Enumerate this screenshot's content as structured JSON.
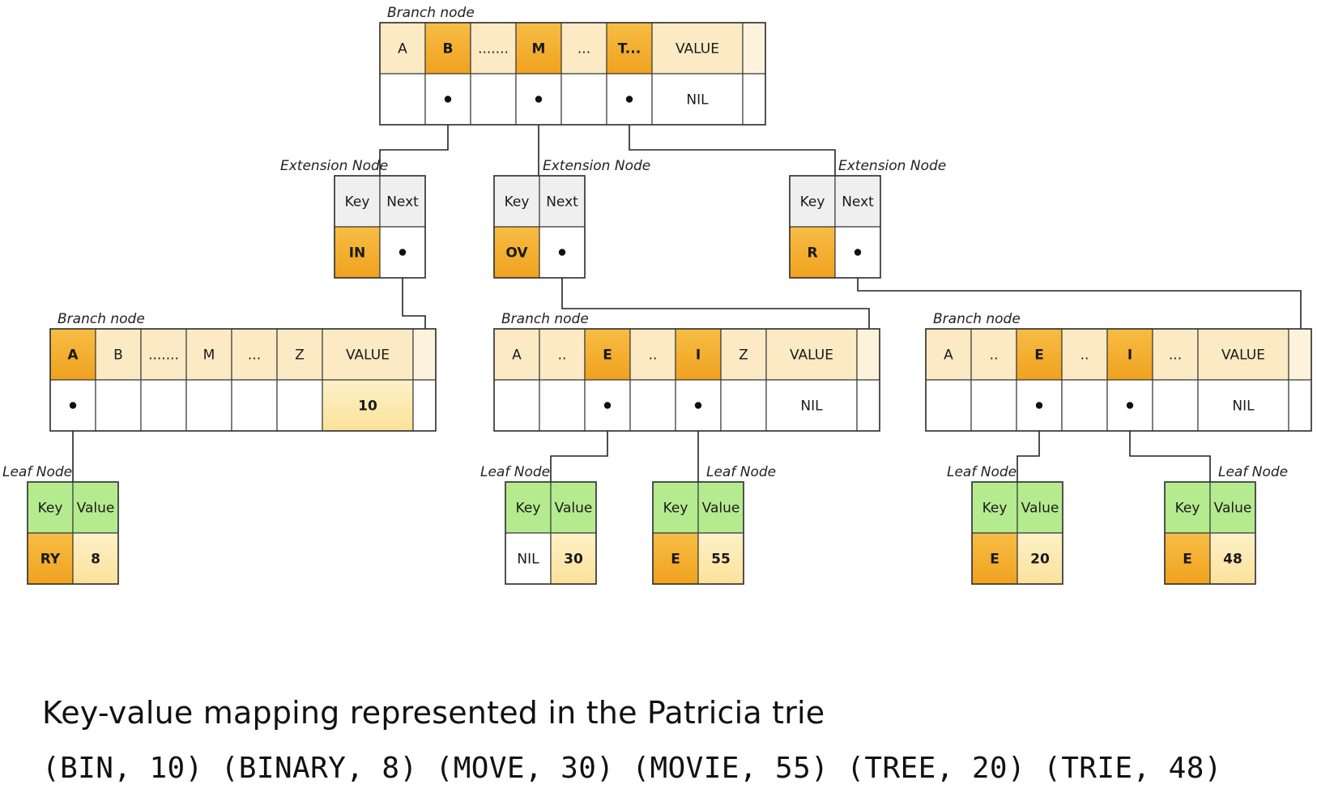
{
  "diagram": {
    "colors": {
      "highlight": "#f0a21f",
      "header": "#fbeac4",
      "header_pale": "#fdf3dc",
      "value_cell": "#fbe29a",
      "grey": "#efefef",
      "green": "#b5eb8f",
      "empty": "#ffffff",
      "line": "#222222"
    },
    "nodes": [
      {
        "id": "root-branch",
        "kind": "branch",
        "label": "Branch node",
        "header_cells": [
          {
            "text": "A",
            "fill": "header"
          },
          {
            "text": "B",
            "fill": "highlight"
          },
          {
            "text": ".......",
            "fill": "header"
          },
          {
            "text": "M",
            "fill": "highlight"
          },
          {
            "text": "...",
            "fill": "header"
          },
          {
            "text": "T...",
            "fill": "highlight"
          },
          {
            "text": "VALUE",
            "fill": "header"
          },
          {
            "text": "",
            "fill": "header_pale"
          }
        ],
        "body_cells": [
          {
            "text": "",
            "fill": "empty"
          },
          {
            "text": "",
            "fill": "empty",
            "pointer": true
          },
          {
            "text": "",
            "fill": "empty"
          },
          {
            "text": "",
            "fill": "empty",
            "pointer": true
          },
          {
            "text": "",
            "fill": "empty"
          },
          {
            "text": "",
            "fill": "empty",
            "pointer": true
          },
          {
            "text": "NIL",
            "fill": "empty"
          },
          {
            "text": "",
            "fill": "empty"
          }
        ]
      },
      {
        "id": "ext-in",
        "kind": "extension",
        "label": "Extension Node",
        "header_cells": [
          {
            "text": "Key",
            "fill": "grey"
          },
          {
            "text": "Next",
            "fill": "grey"
          }
        ],
        "body_cells": [
          {
            "text": "IN",
            "fill": "highlight"
          },
          {
            "text": "",
            "fill": "empty",
            "pointer": true
          }
        ]
      },
      {
        "id": "ext-ov",
        "kind": "extension",
        "label": "Extension Node",
        "header_cells": [
          {
            "text": "Key",
            "fill": "grey"
          },
          {
            "text": "Next",
            "fill": "grey"
          }
        ],
        "body_cells": [
          {
            "text": "OV",
            "fill": "highlight"
          },
          {
            "text": "",
            "fill": "empty",
            "pointer": true
          }
        ]
      },
      {
        "id": "ext-r",
        "kind": "extension",
        "label": "Extension Node",
        "header_cells": [
          {
            "text": "Key",
            "fill": "grey"
          },
          {
            "text": "Next",
            "fill": "grey"
          }
        ],
        "body_cells": [
          {
            "text": "R",
            "fill": "highlight"
          },
          {
            "text": "",
            "fill": "empty",
            "pointer": true
          }
        ]
      },
      {
        "id": "branch-bin",
        "kind": "branch",
        "label": "Branch node",
        "header_cells": [
          {
            "text": "A",
            "fill": "highlight"
          },
          {
            "text": "B",
            "fill": "header"
          },
          {
            "text": ".......",
            "fill": "header"
          },
          {
            "text": "M",
            "fill": "header"
          },
          {
            "text": "...",
            "fill": "header"
          },
          {
            "text": "Z",
            "fill": "header"
          },
          {
            "text": "VALUE",
            "fill": "header"
          },
          {
            "text": "",
            "fill": "header_pale"
          }
        ],
        "body_cells": [
          {
            "text": "",
            "fill": "empty",
            "pointer": true
          },
          {
            "text": "",
            "fill": "empty"
          },
          {
            "text": "",
            "fill": "empty"
          },
          {
            "text": "",
            "fill": "empty"
          },
          {
            "text": "",
            "fill": "empty"
          },
          {
            "text": "",
            "fill": "empty"
          },
          {
            "text": "10",
            "fill": "value_cell"
          },
          {
            "text": "",
            "fill": "empty"
          }
        ]
      },
      {
        "id": "branch-mov",
        "kind": "branch",
        "label": "Branch node",
        "header_cells": [
          {
            "text": "A",
            "fill": "header"
          },
          {
            "text": "..",
            "fill": "header"
          },
          {
            "text": "E",
            "fill": "highlight"
          },
          {
            "text": "..",
            "fill": "header"
          },
          {
            "text": "I",
            "fill": "highlight"
          },
          {
            "text": "Z",
            "fill": "header"
          },
          {
            "text": "VALUE",
            "fill": "header"
          },
          {
            "text": "",
            "fill": "header_pale"
          }
        ],
        "body_cells": [
          {
            "text": "",
            "fill": "empty"
          },
          {
            "text": "",
            "fill": "empty"
          },
          {
            "text": "",
            "fill": "empty",
            "pointer": true
          },
          {
            "text": "",
            "fill": "empty"
          },
          {
            "text": "",
            "fill": "empty",
            "pointer": true
          },
          {
            "text": "",
            "fill": "empty"
          },
          {
            "text": "NIL",
            "fill": "empty"
          },
          {
            "text": "",
            "fill": "empty"
          }
        ]
      },
      {
        "id": "branch-tr",
        "kind": "branch",
        "label": "Branch node",
        "header_cells": [
          {
            "text": "A",
            "fill": "header"
          },
          {
            "text": "..",
            "fill": "header"
          },
          {
            "text": "E",
            "fill": "highlight"
          },
          {
            "text": "..",
            "fill": "header"
          },
          {
            "text": "I",
            "fill": "highlight"
          },
          {
            "text": "...",
            "fill": "header"
          },
          {
            "text": "VALUE",
            "fill": "header"
          },
          {
            "text": "",
            "fill": "header_pale"
          }
        ],
        "body_cells": [
          {
            "text": "",
            "fill": "empty"
          },
          {
            "text": "",
            "fill": "empty"
          },
          {
            "text": "",
            "fill": "empty",
            "pointer": true
          },
          {
            "text": "",
            "fill": "empty"
          },
          {
            "text": "",
            "fill": "empty",
            "pointer": true
          },
          {
            "text": "",
            "fill": "empty"
          },
          {
            "text": "NIL",
            "fill": "empty"
          },
          {
            "text": "",
            "fill": "empty"
          }
        ]
      },
      {
        "id": "leaf-ry",
        "kind": "leaf",
        "label": "Leaf Node",
        "header_cells": [
          {
            "text": "Key",
            "fill": "green"
          },
          {
            "text": "Value",
            "fill": "green"
          }
        ],
        "body_cells": [
          {
            "text": "RY",
            "fill": "highlight"
          },
          {
            "text": "8",
            "fill": "value_cell"
          }
        ]
      },
      {
        "id": "leaf-move",
        "kind": "leaf",
        "label": "Leaf Node",
        "header_cells": [
          {
            "text": "Key",
            "fill": "green"
          },
          {
            "text": "Value",
            "fill": "green"
          }
        ],
        "body_cells": [
          {
            "text": "NIL",
            "fill": "empty"
          },
          {
            "text": "30",
            "fill": "value_cell"
          }
        ]
      },
      {
        "id": "leaf-movie",
        "kind": "leaf",
        "label": "Leaf Node",
        "header_cells": [
          {
            "text": "Key",
            "fill": "green"
          },
          {
            "text": "Value",
            "fill": "green"
          }
        ],
        "body_cells": [
          {
            "text": "E",
            "fill": "highlight"
          },
          {
            "text": "55",
            "fill": "value_cell"
          }
        ]
      },
      {
        "id": "leaf-tree",
        "kind": "leaf",
        "label": "Leaf Node",
        "header_cells": [
          {
            "text": "Key",
            "fill": "green"
          },
          {
            "text": "Value",
            "fill": "green"
          }
        ],
        "body_cells": [
          {
            "text": "E",
            "fill": "highlight"
          },
          {
            "text": "20",
            "fill": "value_cell"
          }
        ]
      },
      {
        "id": "leaf-trie",
        "kind": "leaf",
        "label": "Leaf Node",
        "header_cells": [
          {
            "text": "Key",
            "fill": "green"
          },
          {
            "text": "Value",
            "fill": "green"
          }
        ],
        "body_cells": [
          {
            "text": "E",
            "fill": "highlight"
          },
          {
            "text": "48",
            "fill": "value_cell"
          }
        ]
      }
    ],
    "edges": [
      {
        "from": "root-branch",
        "to": "ext-in"
      },
      {
        "from": "root-branch",
        "to": "ext-ov"
      },
      {
        "from": "root-branch",
        "to": "ext-r"
      },
      {
        "from": "ext-in",
        "to": "branch-bin"
      },
      {
        "from": "ext-ov",
        "to": "branch-mov"
      },
      {
        "from": "ext-r",
        "to": "branch-tr"
      },
      {
        "from": "branch-bin",
        "to": "leaf-ry"
      },
      {
        "from": "branch-mov",
        "to": "leaf-move"
      },
      {
        "from": "branch-mov",
        "to": "leaf-movie"
      },
      {
        "from": "branch-tr",
        "to": "leaf-tree"
      },
      {
        "from": "branch-tr",
        "to": "leaf-trie"
      }
    ]
  },
  "caption": {
    "title": "Key-value mapping represented in the Patricia trie",
    "pairs": "(BIN, 10) (BINARY, 8) (MOVE, 30) (MOVIE, 55) (TREE, 20) (TRIE, 48)"
  }
}
